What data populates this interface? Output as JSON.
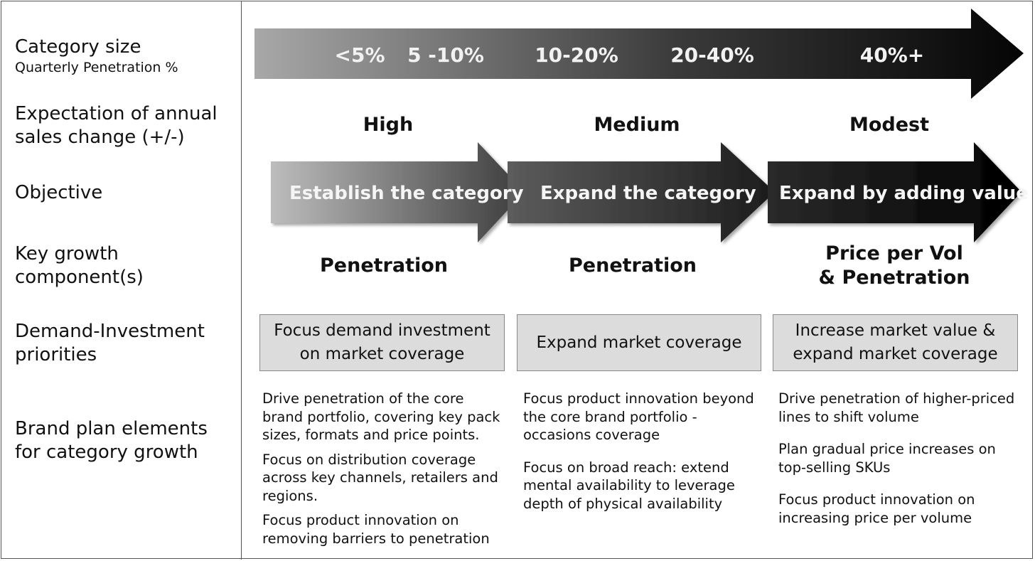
{
  "row_labels": {
    "category_size": "Category size",
    "category_size_sub": "Quarterly Penetration %",
    "expectation": [
      "Expectation of annual",
      "sales change (+/-)"
    ],
    "objective": "Objective",
    "key_growth": [
      "Key growth",
      "component(s)"
    ],
    "demand_investment": [
      "Demand-Investment",
      "priorities"
    ],
    "brand_plan": [
      "Brand plan elements",
      "for category growth"
    ]
  },
  "category_sizes": [
    "<5%",
    "5 -10%",
    "10-20%",
    "20-40%",
    "40%+"
  ],
  "columns": [
    {
      "expectation": "High",
      "objective": "Establish the category",
      "component": [
        "Penetration"
      ],
      "priority": "Focus demand investment on market coverage",
      "elements": [
        "Drive penetration of the core brand portfolio, covering key pack sizes, formats and price points.",
        "Focus on distribution coverage across key channels, retailers and regions.",
        "Focus product innovation on removing barriers to penetration"
      ]
    },
    {
      "expectation": "Medium",
      "objective": "Expand the category",
      "component": [
        "Penetration"
      ],
      "priority": "Expand market coverage",
      "elements": [
        "Focus product innovation beyond the core brand portfolio - occasions coverage",
        "Focus on broad reach: extend mental availability to leverage depth of physical availability"
      ]
    },
    {
      "expectation": "Modest",
      "objective": "Expand by adding value",
      "component": [
        "Price per Vol",
        "& Penetration"
      ],
      "priority": "Increase market value & expand market coverage",
      "elements": [
        "Drive penetration of higher-priced lines to shift volume",
        "Plan gradual price increases on top-selling SKUs",
        "Focus product innovation on increasing price per volume"
      ]
    }
  ],
  "colors": {
    "arrow_light": "#a8a8a8",
    "arrow_dark": "#0a0a0a",
    "box_fill": "#dcdcdc",
    "border": "#555555"
  }
}
